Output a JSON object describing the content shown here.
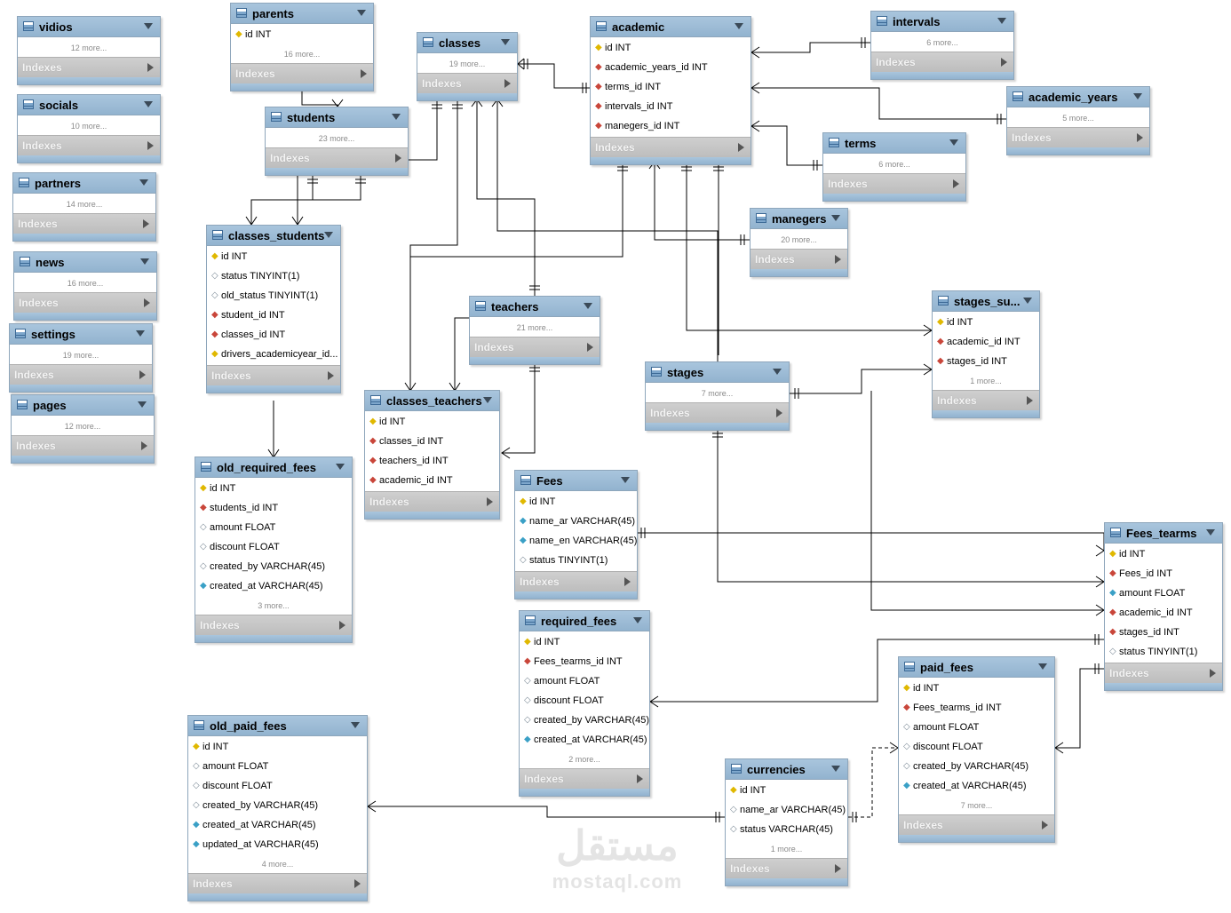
{
  "labels": {
    "indexes": "Indexes"
  },
  "watermark": {
    "arabic": "مستقل",
    "latin": "mostaql.com"
  },
  "tables": [
    {
      "key": "vidios",
      "name": "vidios",
      "columns": [],
      "more": "12 more..."
    },
    {
      "key": "socials",
      "name": "socials",
      "columns": [],
      "more": "10 more..."
    },
    {
      "key": "partners",
      "name": "partners",
      "columns": [],
      "more": "14 more..."
    },
    {
      "key": "news",
      "name": "news",
      "columns": [],
      "more": "16 more..."
    },
    {
      "key": "settings",
      "name": "settings",
      "columns": [],
      "more": "19 more..."
    },
    {
      "key": "pages",
      "name": "pages",
      "columns": [],
      "more": "12 more..."
    },
    {
      "key": "parents",
      "name": "parents",
      "columns": [
        {
          "kind": "pk",
          "text": "id INT"
        }
      ],
      "more": "16 more..."
    },
    {
      "key": "students",
      "name": "students",
      "columns": [],
      "more": "23 more..."
    },
    {
      "key": "classes",
      "name": "classes",
      "columns": [],
      "more": "19 more..."
    },
    {
      "key": "academic",
      "name": "academic",
      "columns": [
        {
          "kind": "pk",
          "text": "id INT"
        },
        {
          "kind": "fk",
          "text": "academic_years_id INT"
        },
        {
          "kind": "fk",
          "text": "terms_id INT"
        },
        {
          "kind": "fk",
          "text": "intervals_id INT"
        },
        {
          "kind": "fk",
          "text": "manegers_id INT"
        }
      ],
      "more": ""
    },
    {
      "key": "intervals",
      "name": "intervals",
      "columns": [],
      "more": "6 more..."
    },
    {
      "key": "academic_years",
      "name": "academic_years",
      "columns": [],
      "more": "5 more..."
    },
    {
      "key": "terms",
      "name": "terms",
      "columns": [],
      "more": "6 more..."
    },
    {
      "key": "manegers",
      "name": "manegers",
      "columns": [],
      "more": "20 more..."
    },
    {
      "key": "classes_students",
      "name": "classes_students",
      "columns": [
        {
          "kind": "pk",
          "text": "id INT"
        },
        {
          "kind": "attr",
          "text": "status TINYINT(1)"
        },
        {
          "kind": "attr",
          "text": "old_status TINYINT(1)"
        },
        {
          "kind": "fk",
          "text": "student_id INT"
        },
        {
          "kind": "fk",
          "text": "classes_id INT"
        },
        {
          "kind": "pk",
          "text": "drivers_academicyear_id..."
        }
      ],
      "more": ""
    },
    {
      "key": "teachers",
      "name": "teachers",
      "columns": [],
      "more": "21 more..."
    },
    {
      "key": "stages_su",
      "name": "stages_su...",
      "columns": [
        {
          "kind": "pk",
          "text": "id INT"
        },
        {
          "kind": "fk",
          "text": "academic_id INT"
        },
        {
          "kind": "fk",
          "text": "stages_id INT"
        }
      ],
      "more": "1 more..."
    },
    {
      "key": "stages",
      "name": "stages",
      "columns": [],
      "more": "7 more..."
    },
    {
      "key": "classes_teachers",
      "name": "classes_teachers",
      "columns": [
        {
          "kind": "pk",
          "text": "id INT"
        },
        {
          "kind": "fk",
          "text": "classes_id INT"
        },
        {
          "kind": "fk",
          "text": "teachers_id INT"
        },
        {
          "kind": "fk",
          "text": "academic_id INT"
        }
      ],
      "more": ""
    },
    {
      "key": "fees",
      "name": "Fees",
      "columns": [
        {
          "kind": "pk",
          "text": "id INT"
        },
        {
          "kind": "nn",
          "text": "name_ar VARCHAR(45)"
        },
        {
          "kind": "nn",
          "text": "name_en VARCHAR(45)"
        },
        {
          "kind": "attr",
          "text": "status TINYINT(1)"
        }
      ],
      "more": ""
    },
    {
      "key": "old_required_fees",
      "name": "old_required_fees",
      "columns": [
        {
          "kind": "pk",
          "text": "id INT"
        },
        {
          "kind": "fk",
          "text": "students_id INT"
        },
        {
          "kind": "attr",
          "text": "amount FLOAT"
        },
        {
          "kind": "attr",
          "text": "discount FLOAT"
        },
        {
          "kind": "attr",
          "text": "created_by VARCHAR(45)"
        },
        {
          "kind": "nn",
          "text": "created_at VARCHAR(45)"
        }
      ],
      "more": "3 more..."
    },
    {
      "key": "fees_tearms",
      "name": "Fees_tearms",
      "columns": [
        {
          "kind": "pk",
          "text": "id INT"
        },
        {
          "kind": "fk",
          "text": "Fees_id INT"
        },
        {
          "kind": "nn",
          "text": "amount FLOAT"
        },
        {
          "kind": "fk",
          "text": "academic_id INT"
        },
        {
          "kind": "fk",
          "text": "stages_id INT"
        },
        {
          "kind": "attr",
          "text": "status TINYINT(1)"
        }
      ],
      "more": ""
    },
    {
      "key": "required_fees",
      "name": "required_fees",
      "columns": [
        {
          "kind": "pk",
          "text": "id INT"
        },
        {
          "kind": "fk",
          "text": "Fees_tearms_id INT"
        },
        {
          "kind": "attr",
          "text": "amount FLOAT"
        },
        {
          "kind": "attr",
          "text": "discount FLOAT"
        },
        {
          "kind": "attr",
          "text": "created_by VARCHAR(45)"
        },
        {
          "kind": "nn",
          "text": "created_at VARCHAR(45)"
        }
      ],
      "more": "2 more..."
    },
    {
      "key": "paid_fees",
      "name": "paid_fees",
      "columns": [
        {
          "kind": "pk",
          "text": "id INT"
        },
        {
          "kind": "fk",
          "text": "Fees_tearms_id INT"
        },
        {
          "kind": "attr",
          "text": "amount FLOAT"
        },
        {
          "kind": "attr",
          "text": "discount FLOAT"
        },
        {
          "kind": "attr",
          "text": "created_by VARCHAR(45)"
        },
        {
          "kind": "nn",
          "text": "created_at VARCHAR(45)"
        }
      ],
      "more": "7 more..."
    },
    {
      "key": "old_paid_fees",
      "name": "old_paid_fees",
      "columns": [
        {
          "kind": "pk",
          "text": "id INT"
        },
        {
          "kind": "attr",
          "text": "amount FLOAT"
        },
        {
          "kind": "attr",
          "text": "discount FLOAT"
        },
        {
          "kind": "attr",
          "text": "created_by VARCHAR(45)"
        },
        {
          "kind": "nn",
          "text": "created_at VARCHAR(45)"
        },
        {
          "kind": "nn",
          "text": "updated_at VARCHAR(45)"
        }
      ],
      "more": "4 more..."
    },
    {
      "key": "currencies",
      "name": "currencies",
      "columns": [
        {
          "kind": "pk",
          "text": "id INT"
        },
        {
          "kind": "attr",
          "text": "name_ar VARCHAR(45)"
        },
        {
          "kind": "attr",
          "text": "status VARCHAR(45)"
        }
      ],
      "more": "1 more..."
    }
  ]
}
